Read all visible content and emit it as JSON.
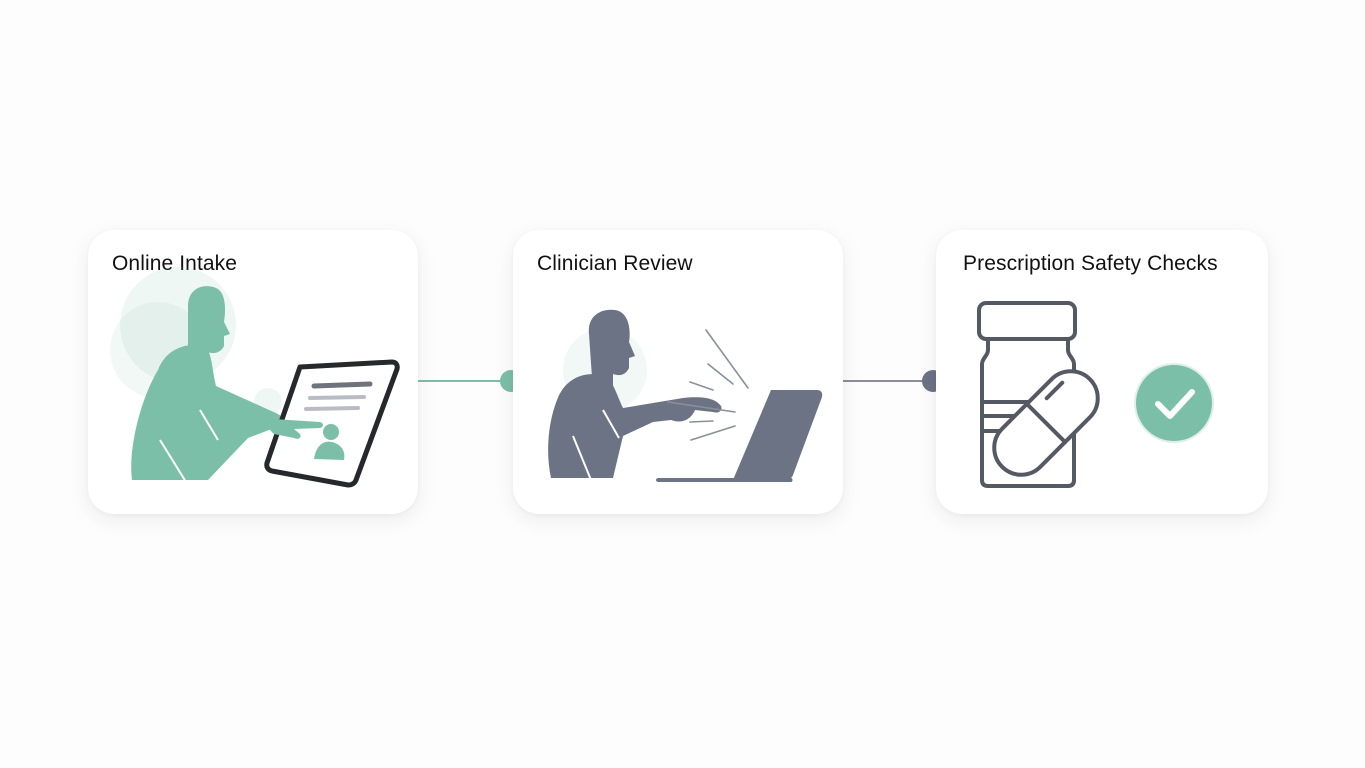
{
  "diagram": {
    "type": "process-flow",
    "colors": {
      "accent_green": "#7bbfa8",
      "slate": "#6b7385",
      "outline": "#545964",
      "connector_gray": "#8a8f99"
    },
    "steps": [
      {
        "label": "Online Intake",
        "icon": "person-tablet-icon"
      },
      {
        "label": "Clinician Review",
        "icon": "person-laptop-icon"
      },
      {
        "label": "Prescription Safety Checks",
        "icon": "pill-bottle-check-icon"
      }
    ],
    "connectors": [
      {
        "from": 0,
        "to": 1,
        "color": "#7bbfa8"
      },
      {
        "from": 1,
        "to": 2,
        "color": "#8a8f99"
      }
    ]
  }
}
